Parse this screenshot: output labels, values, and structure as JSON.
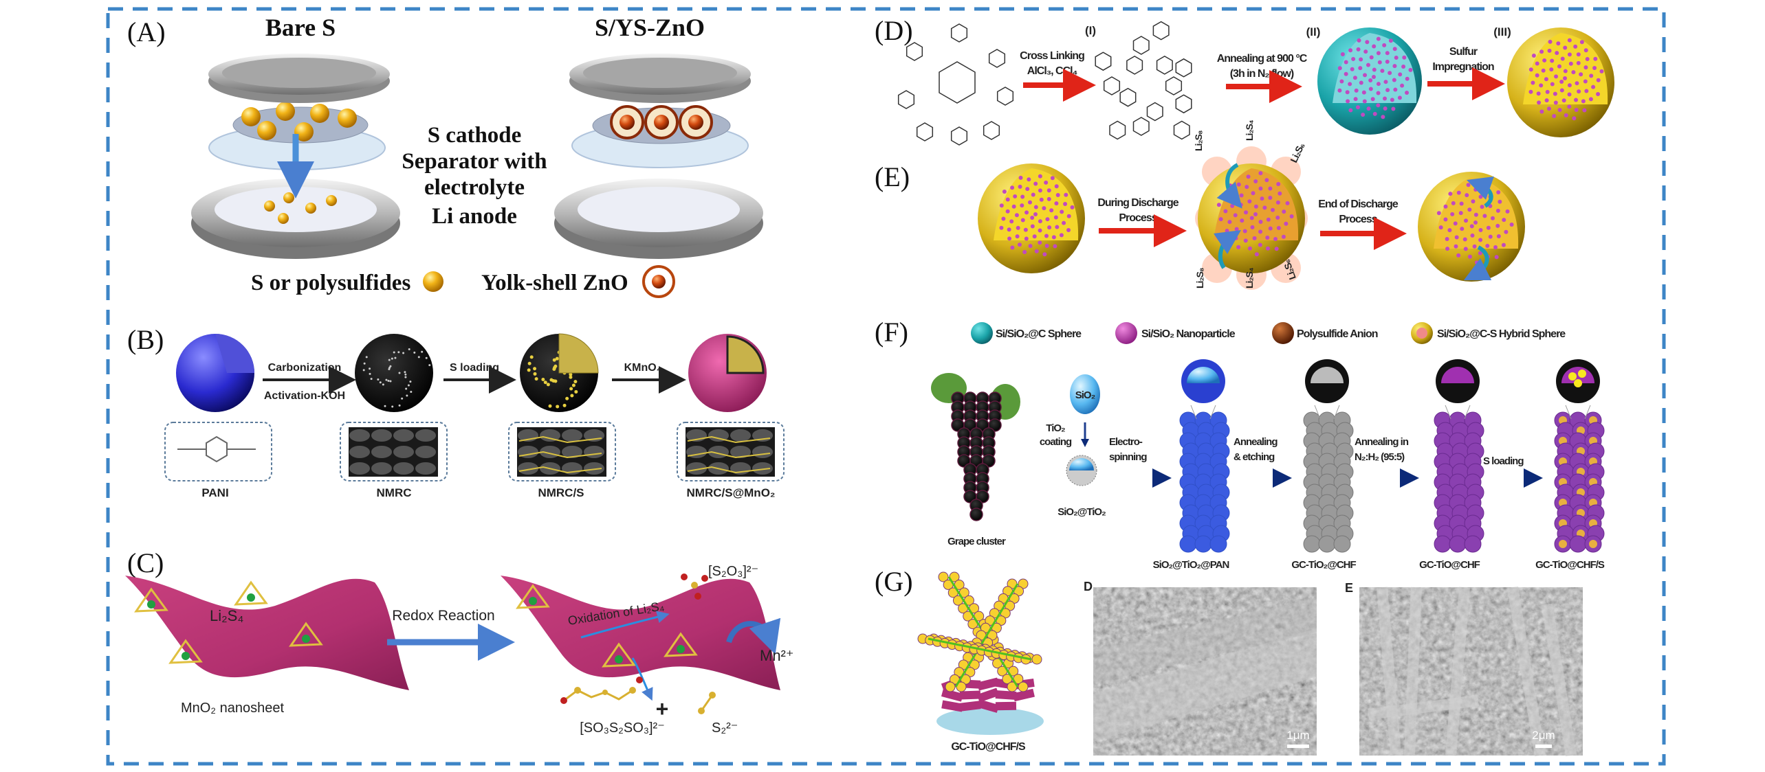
{
  "panels": {
    "A": {
      "label": "(A)",
      "title_left": "Bare S",
      "title_right": "S/YS-ZnO",
      "layers": [
        "S cathode",
        "Separator with",
        "electrolyte",
        "Li anode"
      ],
      "legend": [
        "S or polysulfides",
        "Yolk-shell ZnO"
      ]
    },
    "B": {
      "label": "(B)",
      "steps": [
        "Carbonization",
        "Activation-KOH",
        "S loading",
        "KMnO₄"
      ],
      "materials": [
        "PANI",
        "NMRC",
        "NMRC/S",
        "NMRC/S@MnO₂"
      ]
    },
    "C": {
      "label": "(C)",
      "species": "Li₂S₄",
      "sheet": "MnO₂ nanosheet",
      "step": "Redox Reaction",
      "oxidation": "Oxidation of Li₂S₄",
      "products": [
        "[S₂O₃]²⁻",
        "Mn²⁺",
        "[SO₃S₂SO₃]²⁻",
        "+",
        "S₂²⁻"
      ]
    },
    "D": {
      "label": "(D)",
      "stages": [
        "(I)",
        "(II)",
        "(III)"
      ],
      "steps": [
        [
          "Cross Linking",
          "AlCl₃, CCl₄"
        ],
        [
          "Annealing at 900 °C",
          "(3h in N₂ flow)"
        ],
        [
          "Sulfur",
          "Impregnation"
        ]
      ]
    },
    "E": {
      "label": "(E)",
      "steps": [
        [
          "During Discharge",
          "Process"
        ],
        [
          "End of Discharge",
          "Process"
        ]
      ],
      "polysulfides": [
        "Li₂S₈",
        "Li₂S₄",
        "Li₂S₆",
        "Li₂S₆",
        "Li₂S₄",
        "Li₂S₈"
      ]
    },
    "F": {
      "label": "(F)",
      "legend": [
        "Si/SiO₂@C Sphere",
        "Si/SiO₂ Nanoparticle",
        "Polysulfide Anion",
        "Si/SiO₂@C-S Hybrid Sphere"
      ],
      "grape": "Grape cluster",
      "sio2": "SiO₂",
      "coating": [
        "TiO₂",
        "coating"
      ],
      "sio2_tio2": "SiO₂@TiO₂",
      "steps": [
        [
          "Electro-",
          "spinning"
        ],
        [
          "Annealing",
          "& etching"
        ],
        [
          "Annealing in",
          "N₂:H₂ (95:5)"
        ],
        [
          "S loading",
          ""
        ]
      ],
      "products": [
        "SiO₂@TiO₂@PAN",
        "GC-TiO₂@CHF",
        "GC-TiO@CHF",
        "GC-TiO@CHF/S"
      ]
    },
    "G": {
      "label": "(G)",
      "schematic": "GC-TiO@CHF/S",
      "sem": [
        {
          "tag": "D",
          "scale": "1μm"
        },
        {
          "tag": "E",
          "scale": "2μm"
        }
      ]
    }
  },
  "colors": {
    "frame": "#3d85c6",
    "sulfur": "#f2b418",
    "mno2": "#b2306f",
    "teal": "#1aa3a8",
    "red_arrow": "#e02418",
    "blue_arrow": "#1f3f8f"
  }
}
